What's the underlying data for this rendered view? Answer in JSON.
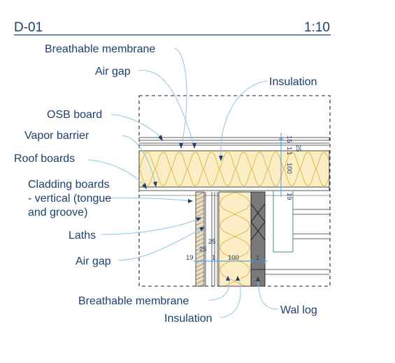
{
  "title": {
    "code": "D-01",
    "scale": "1:10"
  },
  "labels": {
    "breathable_membrane_top": "Breathable membrane",
    "air_gap_top": "Air gap",
    "insulation_top": "Insulation",
    "osb_board": "OSB board",
    "vapor_barrier": "Vapor barrier",
    "roof_boards": "Roof boards",
    "cladding_line1": "Cladding boards",
    "cladding_line2": "- vertical (tongue",
    "cladding_line3": "and groove)",
    "laths": "Laths",
    "air_gap_bottom": "Air gap",
    "breathable_membrane_bottom": "Breathable membrane",
    "insulation_bottom": "Insulation",
    "wall_log": "Wal log"
  },
  "dimensions": {
    "roof_15": "15",
    "roof_25": "25",
    "roof_1a": "1",
    "roof_1b": "1",
    "roof_100": "100",
    "roof_19": "19",
    "wall_19": "19",
    "wall_25": "25",
    "wall_25b": "25",
    "wall_1": "1",
    "wall_100": "100",
    "wall_1b": "1"
  },
  "colors": {
    "text": "#1b3f6e",
    "leader": "#8fc3e4",
    "insulation_fill": "#fbeec4",
    "insulation_curve": "#e2b64c",
    "log_fill": "#7a7a7a",
    "green_stud": "#3e9a58",
    "dimension": "#3d8fd1"
  }
}
